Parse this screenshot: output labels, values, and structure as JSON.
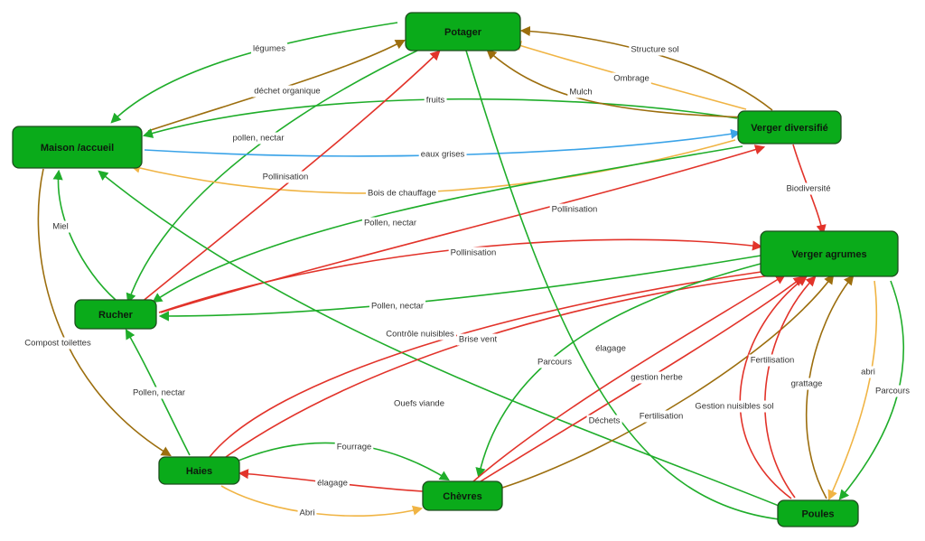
{
  "colors": {
    "node_fill": "#0aab1a",
    "node_border": "#1d4d1d",
    "green": "#1fad2a",
    "brown": "#9c6e0e",
    "orange": "#f0b444",
    "red": "#e2332a",
    "blue": "#3aa3e8"
  },
  "nodes": {
    "potager": "Potager",
    "maison": "Maison /accueil",
    "verger_div": "Verger diversifié",
    "verger_agr": "Verger agrumes",
    "rucher": "Rucher",
    "haies": "Haies",
    "chevres": "Chèvres",
    "poules": "Poules"
  },
  "edges": [
    {
      "from": "potager",
      "to": "maison",
      "label": "légumes",
      "color": "green"
    },
    {
      "from": "maison",
      "to": "potager",
      "label": "déchet organique",
      "color": "brown"
    },
    {
      "from": "verger_div",
      "to": "maison",
      "label": "fruits",
      "color": "green"
    },
    {
      "from": "potager",
      "to": "rucher",
      "label": "pollen, nectar",
      "color": "green"
    },
    {
      "from": "maison",
      "to": "verger_div",
      "label": "eaux grises",
      "color": "blue"
    },
    {
      "from": "verger_div",
      "to": "maison",
      "label": "Bois de chauffage",
      "color": "orange"
    },
    {
      "from": "rucher",
      "to": "potager",
      "label": "Pollinisation",
      "color": "red"
    },
    {
      "from": "verger_div",
      "to": "potager",
      "label": "Structure sol",
      "color": "brown"
    },
    {
      "from": "verger_div",
      "to": "potager",
      "label": "Ombrage",
      "color": "orange"
    },
    {
      "from": "verger_div",
      "to": "potager",
      "label": "Mulch",
      "color": "brown"
    },
    {
      "from": "verger_div",
      "to": "verger_agr",
      "label": "Biodiversité",
      "color": "red"
    },
    {
      "from": "verger_div",
      "to": "rucher",
      "label": "Pollen, nectar",
      "color": "green"
    },
    {
      "from": "rucher",
      "to": "verger_div",
      "label": "Pollinisation",
      "color": "red"
    },
    {
      "from": "rucher",
      "to": "verger_agr",
      "label": "Pollinisation",
      "color": "red"
    },
    {
      "from": "verger_agr",
      "to": "rucher",
      "label": "Pollen, nectar",
      "color": "green"
    },
    {
      "from": "rucher",
      "to": "maison",
      "label": "Miel",
      "color": "green"
    },
    {
      "from": "maison",
      "to": "haies",
      "label": "Compost toilettes",
      "color": "brown"
    },
    {
      "from": "haies",
      "to": "rucher",
      "label": "Pollen, nectar",
      "color": "green"
    },
    {
      "from": "poules",
      "to": "maison",
      "label": "Ouefs viande",
      "color": "green"
    },
    {
      "from": "haies",
      "to": "verger_agr",
      "label": "Contrôle nuisibles",
      "color": "red"
    },
    {
      "from": "haies",
      "to": "verger_agr",
      "label": "Brise vent",
      "color": "red"
    },
    {
      "from": "haies",
      "to": "chevres",
      "label": "Fourrage",
      "color": "green"
    },
    {
      "from": "chevres",
      "to": "haies",
      "label": "élagage",
      "color": "red"
    },
    {
      "from": "haies",
      "to": "chevres",
      "label": "Abri",
      "color": "orange"
    },
    {
      "from": "verger_agr",
      "to": "chevres",
      "label": "Parcours",
      "color": "green"
    },
    {
      "from": "chevres",
      "to": "verger_agr",
      "label": "élagage",
      "color": "red"
    },
    {
      "from": "chevres",
      "to": "verger_agr",
      "label": "gestion herbe",
      "color": "red"
    },
    {
      "from": "chevres",
      "to": "verger_agr",
      "label": "Fertilisation",
      "color": "brown"
    },
    {
      "from": "potager",
      "to": "poules",
      "label": "Déchets",
      "color": "green"
    },
    {
      "from": "poules",
      "to": "verger_agr",
      "label": "Fertilisation",
      "color": "red"
    },
    {
      "from": "poules",
      "to": "verger_agr",
      "label": "Gestion nuisibles sol",
      "color": "red"
    },
    {
      "from": "poules",
      "to": "verger_agr",
      "label": "grattage",
      "color": "brown"
    },
    {
      "from": "verger_agr",
      "to": "poules",
      "label": "abri",
      "color": "orange"
    },
    {
      "from": "verger_agr",
      "to": "poules",
      "label": "Parcours",
      "color": "green"
    }
  ]
}
